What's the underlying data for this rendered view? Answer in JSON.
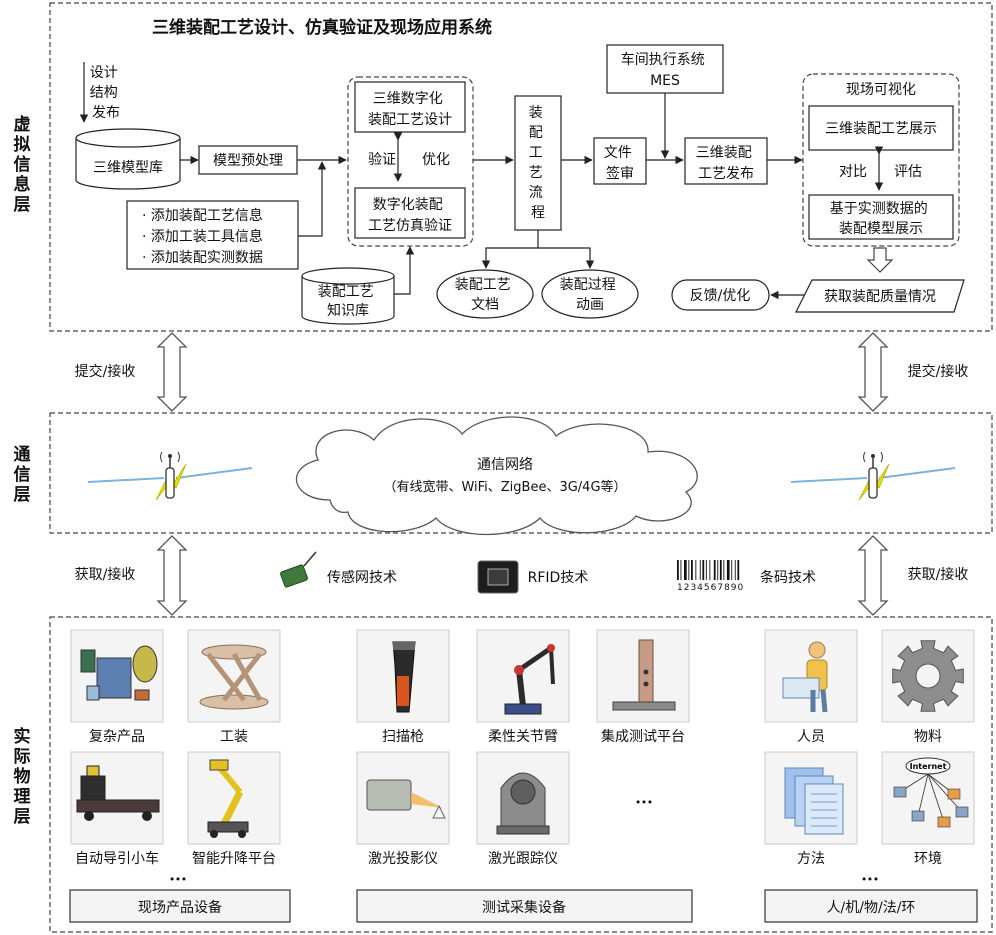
{
  "layers": {
    "virtual": "虚拟信息层",
    "comm": "通信层",
    "physical": "实际物理层"
  },
  "title": "三维装配工艺设计、仿真验证及现场应用系统",
  "virtual": {
    "design_release": [
      "设计",
      "结构",
      "发布"
    ],
    "model_library": "三维模型库",
    "preprocess": "模型预处理",
    "add_items": [
      "· 添加装配工艺信息",
      "· 添加工装工具信息",
      "· 添加装配实测数据"
    ],
    "digital_design": [
      "三维数字化",
      "装配工艺设计"
    ],
    "verify": "验证",
    "optimize": "优化",
    "digital_sim": [
      "数字化装配",
      "工艺仿真验证"
    ],
    "knowledge_base": [
      "装配工艺",
      "知识库"
    ],
    "process_flow": [
      "装",
      "配",
      "工",
      "艺",
      "流",
      "程"
    ],
    "doc_review": [
      "文件",
      "签审"
    ],
    "mes": [
      "车间执行系统",
      "MES"
    ],
    "release": [
      "三维装配",
      "工艺发布"
    ],
    "process_doc": [
      "装配工艺",
      "文档"
    ],
    "process_anim": [
      "装配过程",
      "动画"
    ],
    "onsite_vis": "现场可视化",
    "display_3d": "三维装配工艺展示",
    "compare": "对比",
    "evaluate": "评估",
    "measured_model": [
      "基于实测数据的",
      "装配模型展示"
    ],
    "feedback": "反馈/优化",
    "quality": "获取装配质量情况"
  },
  "arrows": {
    "submit_receive": "提交/接收",
    "acquire_receive": "获取/接收"
  },
  "comm": {
    "network_title": "通信网络",
    "network_sub": "（有线宽带、WiFi、ZigBee、3G/4G等）"
  },
  "tech": {
    "sensor": "传感网技术",
    "rfid": "RFID技术",
    "barcode": "条码技术",
    "barcode_digits": "1234567890"
  },
  "physical": {
    "items": {
      "complex_product": "复杂产品",
      "tooling": "工装",
      "agv": "自动导引小车",
      "lift": "智能升降平台",
      "scanner": "扫描枪",
      "arm": "柔性关节臂",
      "test_platform": "集成测试平台",
      "laser_projector": "激光投影仪",
      "laser_tracker": "激光跟踪仪",
      "personnel": "人员",
      "material": "物料",
      "method": "方法",
      "environment": "环境"
    },
    "internet_label": "Internet",
    "ellipsis": "···",
    "groups": {
      "onsite": "现场产品设备",
      "test": "测试采集设备",
      "factors": "人/机/物/法/环"
    }
  },
  "colors": {
    "lightning": "#e8e200",
    "signal_blue": "#7fb2d8",
    "cloud_stroke": "#555555",
    "hollow_arrow": "#555555"
  }
}
